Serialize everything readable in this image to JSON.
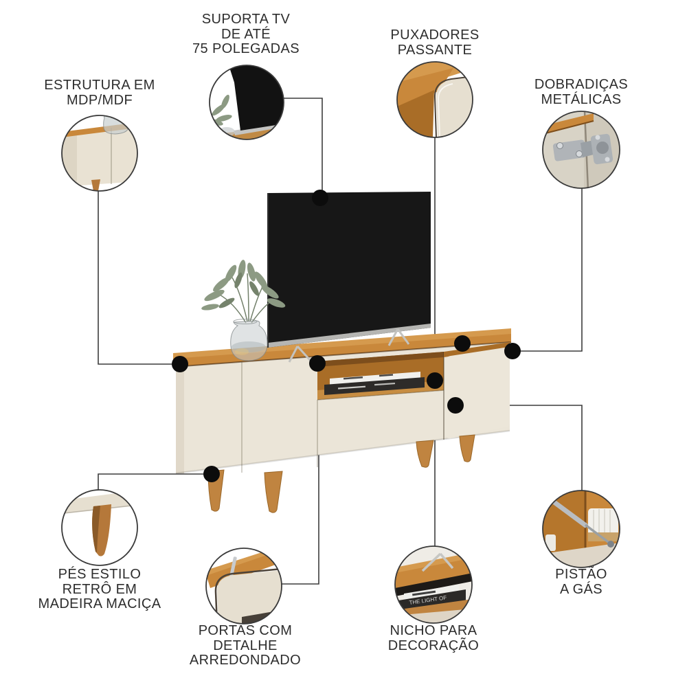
{
  "diagram": {
    "product": "tv-rack-feature-infographic",
    "callouts": {
      "suporta_tv": {
        "lines": [
          "SUPORTA TV",
          "DE ATÉ",
          "75 POLEGADAS"
        ]
      },
      "puxadores": {
        "lines": [
          "PUXADORES",
          "PASSANTE"
        ]
      },
      "estrutura": {
        "lines": [
          "ESTRUTURA EM",
          "MDP/MDF"
        ]
      },
      "dobradicas": {
        "lines": [
          "DOBRADIÇAS",
          "METÁLICAS"
        ]
      },
      "pes": {
        "lines": [
          "PÉS ESTILO",
          "RETRÔ EM",
          "MADEIRA MACIÇA"
        ]
      },
      "portas": {
        "lines": [
          "PORTAS COM",
          "DETALHE",
          "ARREDONDADO"
        ]
      },
      "nicho": {
        "lines": [
          "NICHO PARA",
          "DECORAÇÃO"
        ]
      },
      "pistao": {
        "lines": [
          "PISTÃO",
          "A GÁS"
        ]
      }
    },
    "book_spine_text": "THE LIGHT OF",
    "colors": {
      "background": "#ffffff",
      "text": "#2d2d2d",
      "line": "#3c3c3c",
      "dot": "#0c0c0c",
      "circle_border": "#3a3a3a",
      "wood": "#c9883b",
      "wood_light": "#d59a4e",
      "wood_dark": "#a96d27",
      "body_cream": "#ebe5d8",
      "door_cream": "#ece6d9",
      "tv_black": "#171717",
      "metal_silver": "#b0b4b8"
    }
  }
}
